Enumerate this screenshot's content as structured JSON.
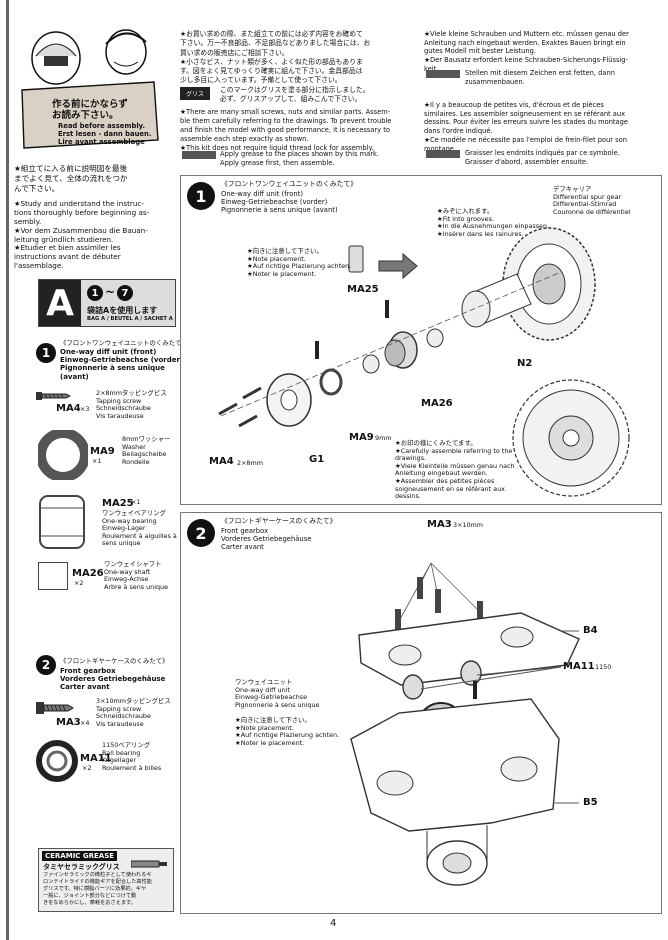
{
  "header_card": {
    "jp_title": "作る前にかならず\nお読み下さい。",
    "en": "Read before assembly.",
    "de": "Erst lesen - dann bauen.",
    "fr": "Lire avant assemblage"
  },
  "left_intro": {
    "jp": "★組立てに入る前に説明図を最後\nまでよく見て、全体の流れをつか\nんで下さい。",
    "en": "★Study and understand the instruc-\ntions thoroughly before beginning as-\nsembly.",
    "de": "★Vor dem Zusammenbau die Bauan-\nleitung gründlich studieren.",
    "fr": "★Etudier et bien assimiler les\ninstructions avant de débuter\nl'assemblage."
  },
  "top_middle": {
    "jp": "★お買い求めの際、また組立ての前には必ず内容をお確めて\n下さい。万一不良部品、不足部品などありました場合には、お\n買い求めの販売店にご相談下さい。\n★小さなビス、ナット類が多く、よく似た形の部品もありま\nす。図をよく見てゆっくり確実に組んで下さい。金具部品は\n少し多目に入っています。予備として使って下さい。",
    "grease_tag": "グリス",
    "grease_jp": "このマークはグリスを塗る部分に指示しました。\n必ず、グリスアップして、組みこんで下さい。",
    "en": "★There are many small screws, nuts and similar parts. Assem-\nble them carefully referring to the drawings. To prevent trouble\nand finish the model with good performance, it is necessary to\nassemble each step exactly as shown.\n★This kit does not require liquid thread lock for assembly.",
    "grease_en": "Apply grease to the places shown by this mark.\nApply grease first, then assemble."
  },
  "top_right": {
    "de": "★Viele kleine Schrauben und Muttern etc. müssen genau der\nAnleitung nach eingebaut werden. Exaktes Bauen bringt ein\ngutes Modell mit bester Leistung.\n★Der Bausatz erfordert keine Schrauben-Sicherungs-Flüssig-\nkeit.",
    "grease_de": "Stellen mit diesem Zeichen erst fetten, dann\nzusammenbauen.",
    "fr": "★Il y a beaucoup de petites vis, d'écrous et de pièces\nsimilaires. Les assembler soigneusement en se référant aux\ndessins. Pour éviter les erreurs suivre les stades du montage\ndans l'ordre indiqué.\n★Ce modèle ne nécessite pas l'emploi de frein-filet pour son\nmontage.",
    "grease_fr": "Graisser les endroits indiqués par ce symbole.\nGraisser d'abord, assembler ensuite."
  },
  "bag_box": {
    "letter": "A",
    "from": "1",
    "to": "7",
    "jp": "袋詰Aを使用します",
    "sub": "BAG A / BEUTEL A / SACHET A"
  },
  "parts_list": {
    "step1_num": "1",
    "step1_jp": "《フロントワンウェイユニットのくみたて》",
    "step1_title": "One-way diff unit (front)\nEinweg-Getriebeachse (vorder)\nPignonnerie à sens unique\n(avant)",
    "ma4_code": "MA4",
    "ma4_qty": "×3",
    "ma4_desc": "2×8mmタッピングビス\nTapping screw\nSchneidschraube\nVis taraudeuse",
    "ma9_code": "MA9",
    "ma9_qty": "×1",
    "ma9_desc": "8mmワッシャー\nWasher\nBeilagscheibe\nRondelle",
    "ma25_code": "MA25",
    "ma25_qty": "×1",
    "ma25_desc": "ワンウェイベアリング\nOne-way bearing\nEinweg-Lager\nRoulement à aiguilles à\nsens unique",
    "ma26_code": "MA26",
    "ma26_qty": "×2",
    "ma26_desc": "ワンウェイシャフト\nOne-way shaft\nEinweg-Achse\nArbre à sens unique",
    "step2_num": "2",
    "step2_jp": "《フロントギヤーケースのくみたて》",
    "step2_title": "Front gearbox\nVorderes Getriebegehäuse\nCarter avant",
    "ma3_code": "MA3",
    "ma3_qty": "×4",
    "ma3_desc": "3×10mmタッピングビス\nTapping screw\nSchneidschraube\nVis taraudeuse",
    "ma11_code": "MA11",
    "ma11_qty": "×2",
    "ma11_desc": "1150ベアリング\nBall bearing\nKugellager\nRoulement à billes"
  },
  "ceramic_box": {
    "logo": "CERAMIC GREASE",
    "name": "タミヤセラミックグリス",
    "text": "ファインセラミックの微粒子として使われるギ\nロンテイトライドの機能ギアを配合した高性能\nグリスです。特に樹脂パーツに効果的。ギヤ\n一般に、ジョイント部分などにつけて動\nきをなめらかにし、摩耗をおさえます。"
  },
  "step1_panel": {
    "num": "1",
    "jp": "《フロントワンウェイユニットのくみたて》",
    "title": "One-way diff unit (front)\nEinweg-Getriebeachse (vorder)\nPignonnerie à sens unique (avant)",
    "note_orient": "★向きに注意して下さい。\n★Note placement.\n★Auf richtige Plazierung achten.\n★Noter le placement.",
    "note_grooves": "★みぞに入れます。\n★Fit into grooves.\n★In die Ausnehmungen einpassen.\n★Insérer dans les rainures.",
    "diff_gear": "デフキャリア\nDifferential spur gear\nDifferential-Stirnrad\nCouronne de différentiel",
    "note_marks": "★お印の様にくみたてます。\n★Carefully assemble referring to the\ndrawings.\n★Viele Kleinteile müssen genau nach\nAnleitung eingebaut werden.\n★Assembler des petites pièces\nsoigneusement en se référant aux\ndessins.",
    "lbl_ma25": "MA25",
    "lbl_n2": "N2",
    "lbl_ma26": "MA26",
    "lbl_ma9": "MA9",
    "lbl_ma9_size": "9mm",
    "lbl_g1": "G1",
    "lbl_ma4": "MA4",
    "lbl_ma4_size": "2×8mm"
  },
  "step2_panel": {
    "num": "2",
    "jp": "《フロントギヤーケースのくみたて》",
    "title": "Front gearbox\nVorderes Getriebegehäuse\nCarter avant",
    "lbl_ma3": "MA3",
    "lbl_ma3_size": "3×10mm",
    "lbl_b4": "B4",
    "lbl_ma11": "MA11",
    "lbl_ma11_size": "1150",
    "lbl_b5": "B5",
    "oneway": "ワンウェイユニット\nOne-way diff unit\nEinweg-Getriebeachse\nPignonnerie à sens unique",
    "note_orient": "★向きに注意して下さい。\n★Note placement.\n★Auf richtige Plazierung achten.\n★Noter le placement."
  },
  "page_number": "4"
}
